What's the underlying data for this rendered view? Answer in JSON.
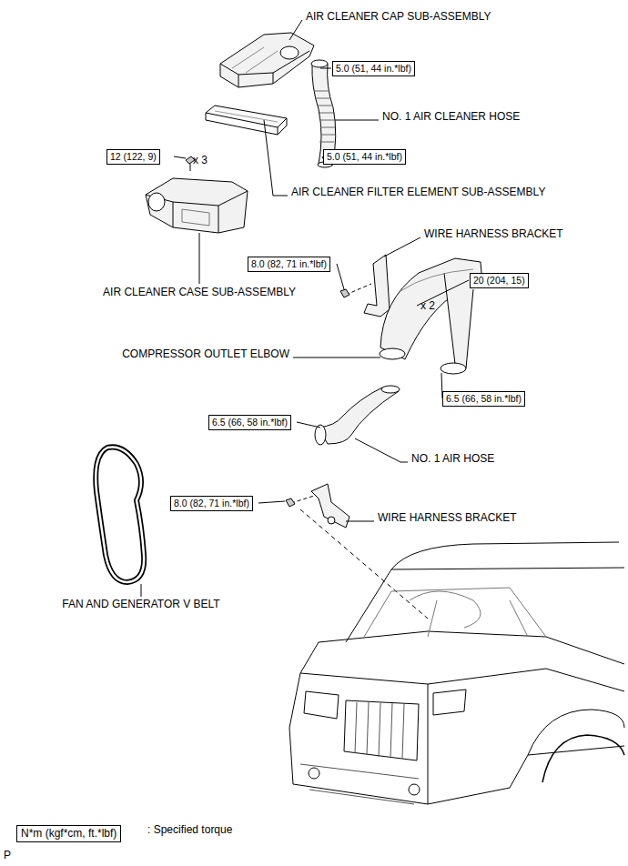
{
  "diagram": {
    "nodes": [
      {
        "text": [
          "5.0 (51, 44 in.*lbf)"
        ]
      },
      {
        "text": [
          "12 (122, 9)"
        ]
      },
      {
        "text": [
          "5.0 (51, 44 in.*lbf)"
        ]
      },
      {
        "text": [
          "8.0 (82, 71 in.*lbf)"
        ]
      },
      {
        "text": [
          "20 (204, 15)"
        ]
      },
      {
        "text": [
          "6.5 (66, 58 in.*lbf)"
        ]
      },
      {
        "text": [
          "6.5 (66, 58 in.*lbf)"
        ]
      },
      {
        "text": [
          "8.0 (82, 71 in.*lbf)"
        ]
      },
      {
        "text": [
          "N*m (kgf*cm, ft.*lbf)"
        ]
      }
    ],
    "edges": [],
    "labels": [
      "AIR CLEANER CAP SUB-ASSEMBLY",
      "NO. 1 AIR CLEANER HOSE",
      "AIR CLEANER FILTER ELEMENT SUB-ASSEMBLY",
      "x 3",
      "AIR CLEANER CASE SUB-ASSEMBLY",
      "WIRE HARNESS BRACKET",
      "x 2",
      "COMPRESSOR OUTLET ELBOW",
      "NO. 1 AIR HOSE",
      "WIRE HARNESS BRACKET",
      "FAN AND GENERATOR V BELT",
      ": Specified torque",
      "P"
    ]
  }
}
